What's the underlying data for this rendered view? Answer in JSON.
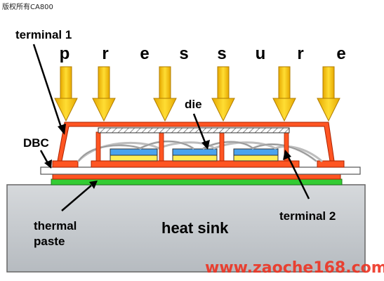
{
  "copyright": "版权所有CA800",
  "pressure_letters": [
    "p",
    "r",
    "e",
    "s",
    "s",
    "u",
    "r",
    "e"
  ],
  "labels": {
    "terminal1": "terminal 1",
    "die": "die",
    "dbc": "DBC",
    "thermal_line1": "thermal",
    "thermal_line2": "paste",
    "heat_sink": "heat sink",
    "terminal2": "terminal 2"
  },
  "watermark": "www.zaoche168.com",
  "colors": {
    "heatsink": "#c9cdd1",
    "thermal_paste": "#33cc33",
    "ceramic": "#ffffff",
    "copper": "#ff5522",
    "terminal": "#ff5522",
    "die_top": "#4aa3ee",
    "die_bottom": "#ffee55",
    "arrow": "#ffcc00",
    "wire": "#d8d8d8"
  }
}
